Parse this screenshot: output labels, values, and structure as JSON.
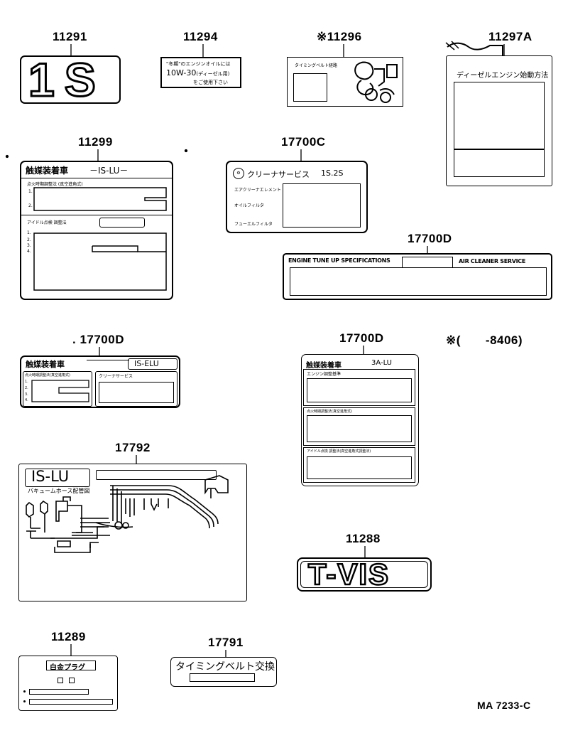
{
  "part_numbers": {
    "p11291": "11291",
    "p11294": "11294",
    "p11296": "※11296",
    "p11297a": "11297A",
    "p11299": "11299",
    "p17700c": "17700C",
    "p17700d_a": "17700D",
    "p17700d_b": ". 17700D",
    "p17700d_c": "17700D",
    "p17792": "17792",
    "p11288": "11288",
    "p11289": "11289",
    "p17791": "17791"
  },
  "emblem_1s": "1S",
  "emblem_tvis": "T-VIS",
  "label_11294": {
    "line1": "\"冬期\"のエンジンオイルには",
    "line2": "10W-30",
    "line2b": "(ディーゼル用)",
    "line3": "をご使用下さい"
  },
  "label_11296": {
    "title": "タイミングベルト経路"
  },
  "label_11297a": {
    "title": "ディーゼルエンジン始動方法"
  },
  "label_11299": {
    "title": "触媒装着車",
    "code": "－IS-LU－",
    "row1": "点火時期調整法 (真空進角式)",
    "n1": "1.",
    "n2": "2.",
    "row2": "アイドル点検 調整法",
    "n3": "1.",
    "n4": "2.",
    "n5": "3.",
    "n6": "4."
  },
  "label_17700c": {
    "title": "クリーナサービス",
    "code": "1S.2S",
    "r1": "エアクリーナエレメント",
    "r2": "オイルフィルタ",
    "r3": "フューエルフィルタ"
  },
  "label_17700d_a": {
    "left": "ENGINE TUNE UP SPECIFICATIONS",
    "right": "AIR CLEANER SERVICE"
  },
  "label_17700d_b": {
    "title": "触媒装着車",
    "code": "IS-ELU",
    "r1": "点火時期調整法(真空進角式)",
    "r2": "クリーナサービス",
    "n1": "1.",
    "n2": "2.",
    "n3": "3.",
    "n4": "4."
  },
  "label_17700d_c": {
    "title": "触媒装着車",
    "code": "3A-LU",
    "r1": "エンジン調整基準",
    "r2": "点火時期調整法(真空進角式)",
    "r3": "アイドル点検 調整法(真空進角式調整法)"
  },
  "label_17792": {
    "code": "IS-LU",
    "subtitle": "バキュームホース配管図"
  },
  "label_11289": {
    "title": "白金プラグ"
  },
  "label_17791": {
    "title": "タイミングベルト交換"
  },
  "note": "※(　　-8406)",
  "drawing_id": "MA 7233-C"
}
